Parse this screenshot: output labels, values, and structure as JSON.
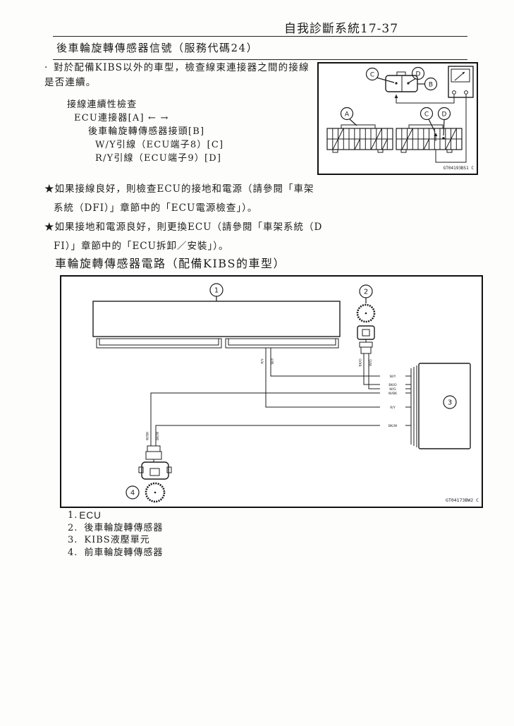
{
  "header": {
    "page_title": "自我診斷系統17-37"
  },
  "section": {
    "title": "後車輪旋轉傳感器信號（服務代碼24）"
  },
  "intro": {
    "bullet": "·",
    "line1": "對於配備KIBS以外的車型，檢查線束連接器之間的接線",
    "line2": "是否連續。",
    "check": {
      "title": "接線連續性檢查",
      "row1": "ECU連接器[A] ← →",
      "row2": "後車輪旋轉傳感器接頭[B]",
      "row3": "W/Y引線（ECU端子8）[C]",
      "row4": "R/Y引線（ECU端子9）[D]"
    }
  },
  "figure1": {
    "callouts": {
      "c_top": "C",
      "d_top": "D",
      "b": "B",
      "a": "A",
      "c_bottom": "C",
      "d_bottom": "D"
    },
    "part_number": "GT04193BS1 C"
  },
  "notes": [
    {
      "star": "★",
      "line1": "如果接線良好，則檢查ECU的接地和電源（請參閱「車架",
      "line2": "系統（DFI）」章節中的「ECU電源檢查」）。"
    },
    {
      "star": "★",
      "line1": "如果接地和電源良好，則更換ECU（請參閱「車架系統（D",
      "line2": "FI）」章節中的「ECU拆卸／安裝」）。"
    }
  ],
  "circuit_heading": "車輪旋轉傳感器電路（配備KIBS的車型）",
  "figure2": {
    "callouts": {
      "ecu": "1",
      "rear_sensor": "2",
      "kibs": "3",
      "front_sensor": "4"
    },
    "ecu_wires": {
      "left": "R/Y",
      "right": "W/Y"
    },
    "rear_sensor_wires": {
      "left": "BK/O",
      "right": "W/G"
    },
    "front_sensor_wires": {
      "left": "W/BK",
      "right": "BK/W"
    },
    "kibs_pins": [
      "W/Y",
      "BK/O",
      "W/G",
      "W/BK",
      "R/Y",
      "BK/W"
    ],
    "part_number": "GT04173BW2 C"
  },
  "legend": {
    "items": [
      {
        "num": "1.",
        "label": "ECU"
      },
      {
        "num": "2.",
        "label": "後車輪旋轉傳感器"
      },
      {
        "num": "3.",
        "label": "KIBS液壓單元"
      },
      {
        "num": "4.",
        "label": "前車輪旋轉傳感器"
      }
    ]
  }
}
